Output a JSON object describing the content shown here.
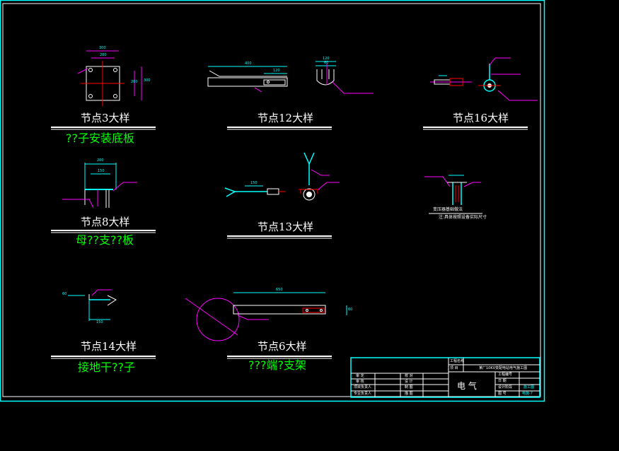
{
  "drawing": {
    "colors": {
      "background": "#000000",
      "frame": "#00ffff",
      "inner_frame": "#ffffff",
      "geometry": "#ffffff",
      "dimension": "#00ffff",
      "leader": "#ff00ff",
      "hatch": "#ff0000",
      "caption": "#00ff00"
    },
    "details": [
      {
        "id": "d3",
        "label": "节点3大样",
        "caption": "??子安装底板"
      },
      {
        "id": "d12",
        "label": "节点12大样",
        "caption": ""
      },
      {
        "id": "d16",
        "label": "节点16大样",
        "caption": ""
      },
      {
        "id": "d8",
        "label": "节点8大样",
        "caption": "母??支??板"
      },
      {
        "id": "d13",
        "label": "节点13大样",
        "caption": ""
      },
      {
        "id": "d14",
        "label": "节点14大样",
        "caption": "接地干??子"
      },
      {
        "id": "d6",
        "label": "节点6大样",
        "caption": "???端?支架"
      }
    ],
    "transformer_note": {
      "title": "变压器基础做法",
      "subtitle": "注:具体按照设备实际尺寸"
    },
    "dims": {
      "d3_top1": "300",
      "d3_top2": "200",
      "d3_right1": "300",
      "d3_right2": "200",
      "d12_total": "400",
      "d12_part": "120",
      "d12_top": "120",
      "d12_sub": "60",
      "d8_top1": "200",
      "d8_top2": "150",
      "d13_len": "150",
      "d14_len": "150",
      "d14_h": "60",
      "d6_len": "650",
      "d6_h": "60"
    },
    "title_block": {
      "project_label": "工程名称",
      "item_label": "项 目",
      "drawing_title": "某厂10KV变配电站电气施工图",
      "discipline": "电  气",
      "rows_left": [
        "审 定",
        "审 核",
        "项目负责人",
        "专业负责人"
      ],
      "rows_mid": [
        "校 对",
        "设 计",
        "制 图",
        "描 图"
      ],
      "right_labels": [
        "工程编号",
        "日 期",
        "设计阶段",
        "图 号"
      ],
      "right_values": [
        "",
        "",
        "施工图",
        "电施-7"
      ]
    }
  }
}
